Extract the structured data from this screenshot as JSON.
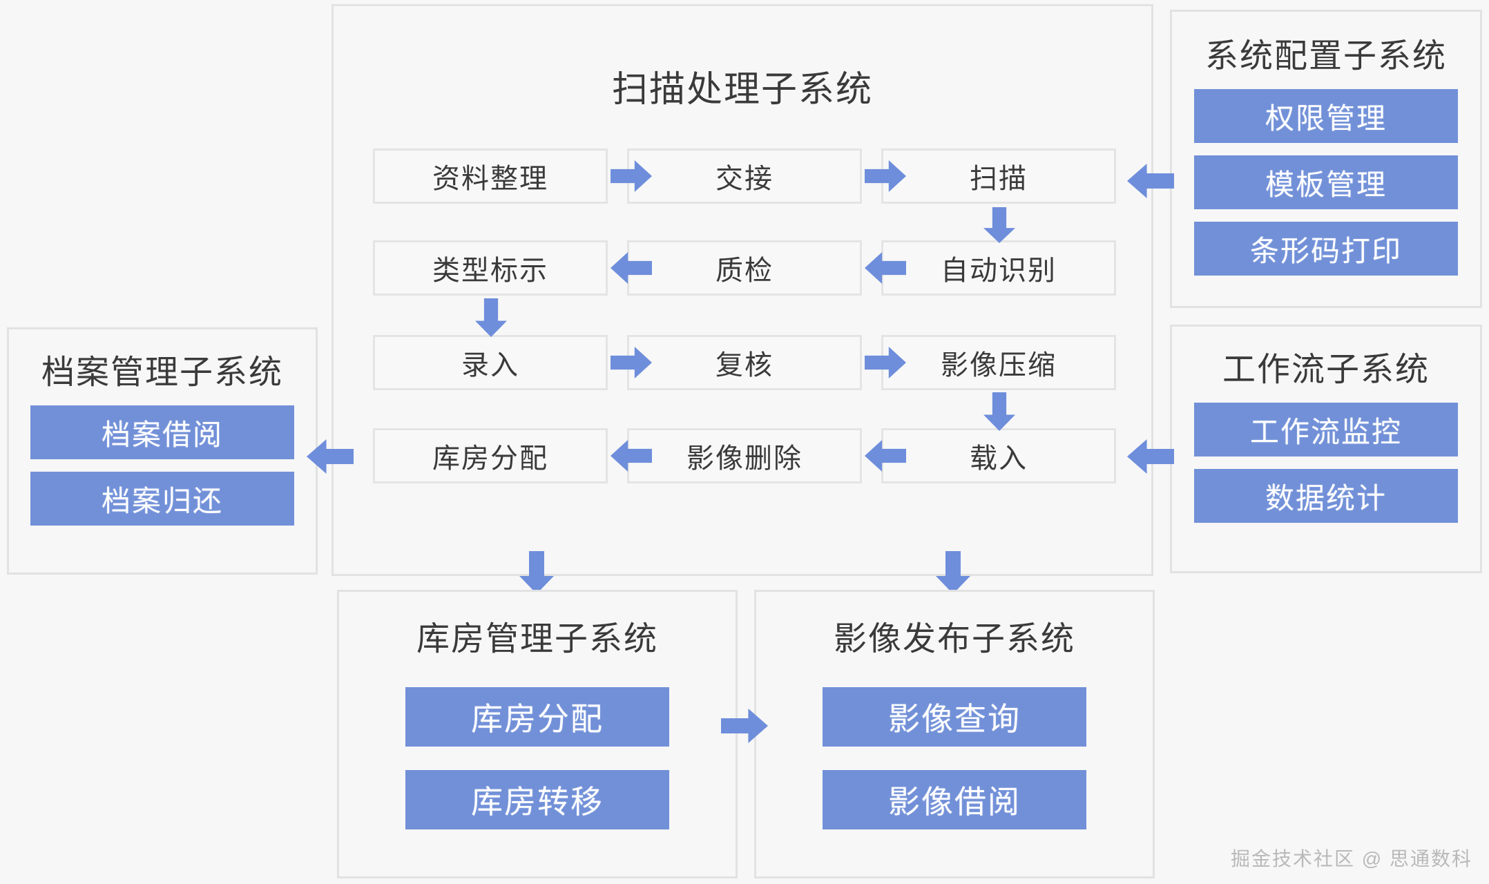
{
  "diagram": {
    "background_color": "#f7f7f7",
    "accent_color": "#7190d8",
    "arrow_color": "#6e8edb",
    "box_border_color": "#e4e4e4",
    "title_text_color": "#3a3a3a"
  },
  "scan_subsystem": {
    "title": "扫描处理子系统",
    "steps": [
      {
        "id": "s1",
        "label": "资料整理"
      },
      {
        "id": "s2",
        "label": "交接"
      },
      {
        "id": "s3",
        "label": "扫描"
      },
      {
        "id": "s4",
        "label": "类型标示"
      },
      {
        "id": "s5",
        "label": "质检"
      },
      {
        "id": "s6",
        "label": "自动识别"
      },
      {
        "id": "s7",
        "label": "录入"
      },
      {
        "id": "s8",
        "label": "复核"
      },
      {
        "id": "s9",
        "label": "影像压缩"
      },
      {
        "id": "s10",
        "label": "库房分配"
      },
      {
        "id": "s11",
        "label": "影像删除"
      },
      {
        "id": "s12",
        "label": "载入"
      }
    ],
    "flow_order": [
      "资料整理",
      "交接",
      "扫描",
      "自动识别",
      "质检",
      "类型标示",
      "录入",
      "复核",
      "影像压缩",
      "载入",
      "影像删除",
      "库房分配"
    ]
  },
  "config_subsystem": {
    "title": "系统配置子系统",
    "modules": [
      {
        "label": "权限管理"
      },
      {
        "label": "模板管理"
      },
      {
        "label": "条形码打印"
      }
    ]
  },
  "workflow_subsystem": {
    "title": "工作流子系统",
    "modules": [
      {
        "label": "工作流监控"
      },
      {
        "label": "数据统计"
      }
    ]
  },
  "archive_subsystem": {
    "title": "档案管理子系统",
    "modules": [
      {
        "label": "档案借阅"
      },
      {
        "label": "档案归还"
      }
    ]
  },
  "warehouse_subsystem": {
    "title": "库房管理子系统",
    "modules": [
      {
        "label": "库房分配"
      },
      {
        "label": "库房转移"
      }
    ]
  },
  "publish_subsystem": {
    "title": "影像发布子系统",
    "modules": [
      {
        "label": "影像查询"
      },
      {
        "label": "影像借阅"
      }
    ]
  },
  "connections": [
    {
      "name": "config-to-scan",
      "direction": "left",
      "from": "系统配置子系统",
      "to": "扫描"
    },
    {
      "name": "workflow-to-scan",
      "direction": "left",
      "from": "工作流子系统",
      "to": "载入"
    },
    {
      "name": "scan-to-archive",
      "direction": "left",
      "from": "库房分配",
      "to": "档案管理子系统"
    },
    {
      "name": "scan-to-warehouse",
      "direction": "down",
      "from": "扫描处理子系统",
      "to": "库房管理子系统"
    },
    {
      "name": "scan-to-publish",
      "direction": "down",
      "from": "扫描处理子系统",
      "to": "影像发布子系统"
    },
    {
      "name": "warehouse-to-publish",
      "direction": "right",
      "from": "库房管理子系统",
      "to": "影像发布子系统"
    }
  ],
  "watermark": {
    "text": "掘金技术社区 @ 思通数科"
  }
}
